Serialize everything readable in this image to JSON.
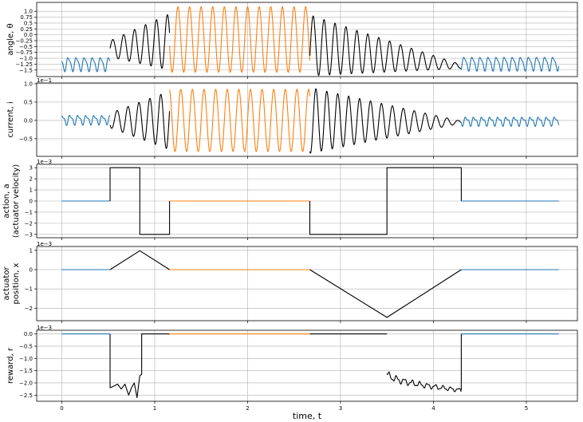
{
  "chart_data": {
    "type": "line",
    "xlabel": "time, t",
    "xlim": [
      -0.27,
      5.55
    ],
    "xticks": [
      0,
      1,
      2,
      3,
      4,
      5
    ],
    "grid": true,
    "colors": {
      "idle": "#1f77b4",
      "transition": "#000000",
      "swing": "#ff7f0e"
    },
    "phases": [
      {
        "color": "idle",
        "t0": 0.0,
        "t1": 0.52
      },
      {
        "color": "transition",
        "t0": 0.52,
        "t1": 1.16
      },
      {
        "color": "swing",
        "t0": 1.16,
        "t1": 2.67
      },
      {
        "color": "transition",
        "t0": 2.67,
        "t1": 4.3
      },
      {
        "color": "idle",
        "t0": 4.3,
        "t1": 5.35
      }
    ],
    "panels": [
      {
        "ylabel": [
          "angle, θ"
        ],
        "sci": "",
        "ylim": [
          -1.78,
          1.38
        ],
        "yticks": [
          -1.5,
          -1.25,
          -1.0,
          -0.75,
          -0.5,
          -0.25,
          0.0,
          0.25,
          0.5,
          0.75,
          1.0
        ],
        "yticklabels": [
          "−1.5",
          "−1.25",
          "−1.0",
          "−0.75",
          "−0.5",
          "−0.25",
          "0.0",
          "0.25",
          "0.5",
          "0.75",
          "1.0"
        ],
        "segments": [
          {
            "type": "osc",
            "t0": 0.0,
            "t1": 0.52,
            "center": -1.24,
            "amp0": 0.27,
            "amp1": 0.27,
            "freq": 11.5,
            "phase": 2.6,
            "harm": 0.08
          },
          {
            "type": "osc",
            "t0": 0.52,
            "t1": 1.16,
            "center": -0.6,
            "centerEnd": -0.3,
            "amp0": 0.35,
            "amp1": 1.2,
            "freq": 8.5,
            "phase": 3.7,
            "harm": 0.0
          },
          {
            "type": "osc",
            "t0": 1.16,
            "t1": 2.67,
            "center": -0.2,
            "amp0": 1.4,
            "amp1": 1.4,
            "freq": 8.0,
            "phase": 1.57,
            "harm": 0.0
          },
          {
            "type": "osc",
            "t0": 2.67,
            "t1": 4.3,
            "center": -0.45,
            "centerEnd": -1.35,
            "amp0": 1.3,
            "amp1": 0.08,
            "freq": 8.5,
            "phase": 1.57,
            "harm": 0.0
          },
          {
            "type": "osc",
            "t0": 4.3,
            "t1": 5.35,
            "center": -1.22,
            "amp0": 0.27,
            "amp1": 0.27,
            "freq": 11.5,
            "phase": 2.6,
            "harm": 0.08
          }
        ]
      },
      {
        "ylabel": [
          "current, i"
        ],
        "sci": "1e−1",
        "ylim": [
          -0.98,
          1.02
        ],
        "yticks": [
          -0.5,
          0.0,
          0.5,
          1.0
        ],
        "yticklabels": [
          "−0.5",
          "0.0",
          "0.5",
          "1.0"
        ],
        "segments": [
          {
            "type": "osc",
            "t0": 0.0,
            "t1": 0.52,
            "center": 0.02,
            "amp0": 0.12,
            "amp1": 0.1,
            "freq": 11.5,
            "phase": 1.2,
            "harm": 0.05
          },
          {
            "type": "osc",
            "t0": 0.52,
            "t1": 1.16,
            "center": 0.0,
            "amp0": 0.2,
            "amp1": 0.8,
            "freq": 8.5,
            "phase": 1.2,
            "harm": 0.0
          },
          {
            "type": "osc",
            "t0": 1.16,
            "t1": 2.67,
            "center": 0.0,
            "amp0": 0.85,
            "amp1": 0.85,
            "freq": 8.0,
            "phase": 0.0,
            "harm": 0.0
          },
          {
            "type": "osc",
            "t0": 2.67,
            "t1": 4.3,
            "center": 0.0,
            "centerEnd": -0.05,
            "amp0": 0.9,
            "amp1": 0.03,
            "freq": 8.5,
            "phase": 0.0,
            "harm": 0.0
          },
          {
            "type": "osc",
            "t0": 4.3,
            "t1": 5.35,
            "center": -0.02,
            "amp0": 0.1,
            "amp1": 0.1,
            "freq": 11.5,
            "phase": 1.2,
            "harm": 0.05
          }
        ]
      },
      {
        "ylabel": [
          "action, a",
          "(actuator velocity)"
        ],
        "sci": "1e−3",
        "ylim": [
          -3.3,
          3.3
        ],
        "yticks": [
          -3,
          -2,
          -1,
          0,
          1,
          2,
          3
        ],
        "yticklabels": [
          "−3",
          "−2",
          "−1",
          "0",
          "1",
          "2",
          "3"
        ],
        "segments": [
          {
            "type": "poly",
            "color": "idle",
            "points": [
              [
                0.0,
                0
              ],
              [
                0.52,
                0
              ]
            ]
          },
          {
            "type": "poly",
            "color": "transition",
            "points": [
              [
                0.52,
                0
              ],
              [
                0.52,
                3
              ],
              [
                0.84,
                3
              ],
              [
                0.84,
                -3
              ],
              [
                1.16,
                -3
              ],
              [
                1.16,
                0
              ]
            ]
          },
          {
            "type": "poly",
            "color": "swing",
            "points": [
              [
                1.16,
                0
              ],
              [
                2.67,
                0
              ]
            ]
          },
          {
            "type": "poly",
            "color": "transition",
            "points": [
              [
                2.67,
                0
              ],
              [
                2.67,
                -3
              ],
              [
                3.5,
                -3
              ],
              [
                3.5,
                3
              ],
              [
                4.3,
                3
              ],
              [
                4.3,
                0
              ]
            ]
          },
          {
            "type": "poly",
            "color": "idle",
            "points": [
              [
                4.3,
                0
              ],
              [
                5.35,
                0
              ]
            ]
          }
        ]
      },
      {
        "ylabel": [
          "actuator",
          "position, x"
        ],
        "sci": "1e−3",
        "ylim": [
          -2.65,
          1.2
        ],
        "yticks": [
          -2,
          -1,
          0,
          1
        ],
        "yticklabels": [
          "−2",
          "−1",
          "0",
          "1"
        ],
        "segments": [
          {
            "type": "poly",
            "color": "idle",
            "points": [
              [
                0.0,
                0
              ],
              [
                0.52,
                0
              ]
            ]
          },
          {
            "type": "poly",
            "color": "transition",
            "points": [
              [
                0.52,
                0
              ],
              [
                0.84,
                0.98
              ],
              [
                1.16,
                0
              ]
            ]
          },
          {
            "type": "poly",
            "color": "swing",
            "points": [
              [
                1.16,
                0
              ],
              [
                2.67,
                0
              ]
            ]
          },
          {
            "type": "poly",
            "color": "transition",
            "points": [
              [
                2.67,
                0
              ],
              [
                3.5,
                -2.48
              ],
              [
                4.3,
                0
              ]
            ]
          },
          {
            "type": "poly",
            "color": "idle",
            "points": [
              [
                4.3,
                0
              ],
              [
                5.35,
                0
              ]
            ]
          }
        ]
      },
      {
        "ylabel": [
          "reward, r"
        ],
        "sci": "1e−3",
        "ylim": [
          -2.75,
          0.15
        ],
        "yticks": [
          -2.5,
          -2.0,
          -1.5,
          -1.0,
          -0.5,
          0.0
        ],
        "yticklabels": [
          "−2.5",
          "−2.0",
          "−1.5",
          "−1.0",
          "−0.5",
          "0.0"
        ],
        "segments": [
          {
            "type": "poly",
            "color": "idle",
            "points": [
              [
                0.0,
                0
              ],
              [
                0.52,
                0
              ]
            ]
          },
          {
            "type": "poly",
            "color": "transition",
            "points": [
              [
                0.52,
                0
              ],
              [
                0.52,
                -2.2
              ],
              [
                0.55,
                -2.15
              ],
              [
                0.6,
                -2.05
              ],
              [
                0.64,
                -2.25
              ],
              [
                0.68,
                -2.05
              ],
              [
                0.72,
                -2.5
              ],
              [
                0.75,
                -2.2
              ],
              [
                0.78,
                -2.0
              ],
              [
                0.81,
                -2.6
              ],
              [
                0.84,
                -1.7
              ],
              [
                0.86,
                -1.65
              ],
              [
                0.86,
                0
              ],
              [
                1.16,
                0
              ]
            ]
          },
          {
            "type": "poly",
            "color": "swing",
            "points": [
              [
                1.16,
                0
              ],
              [
                2.67,
                0
              ]
            ]
          },
          {
            "type": "poly",
            "color": "transition",
            "points": [
              [
                2.67,
                0
              ],
              [
                3.5,
                0
              ]
            ]
          },
          {
            "type": "noisy",
            "color": "transition",
            "t0": 3.5,
            "t1": 4.3,
            "start": -1.6,
            "end": -2.3,
            "amp0": 0.12,
            "amp1": 0.06,
            "freq": 12
          },
          {
            "type": "poly",
            "color": "transition",
            "points": [
              [
                4.3,
                -2.3
              ],
              [
                4.3,
                0
              ]
            ]
          },
          {
            "type": "poly",
            "color": "idle",
            "points": [
              [
                4.3,
                0
              ],
              [
                5.35,
                0
              ]
            ]
          }
        ]
      }
    ]
  }
}
